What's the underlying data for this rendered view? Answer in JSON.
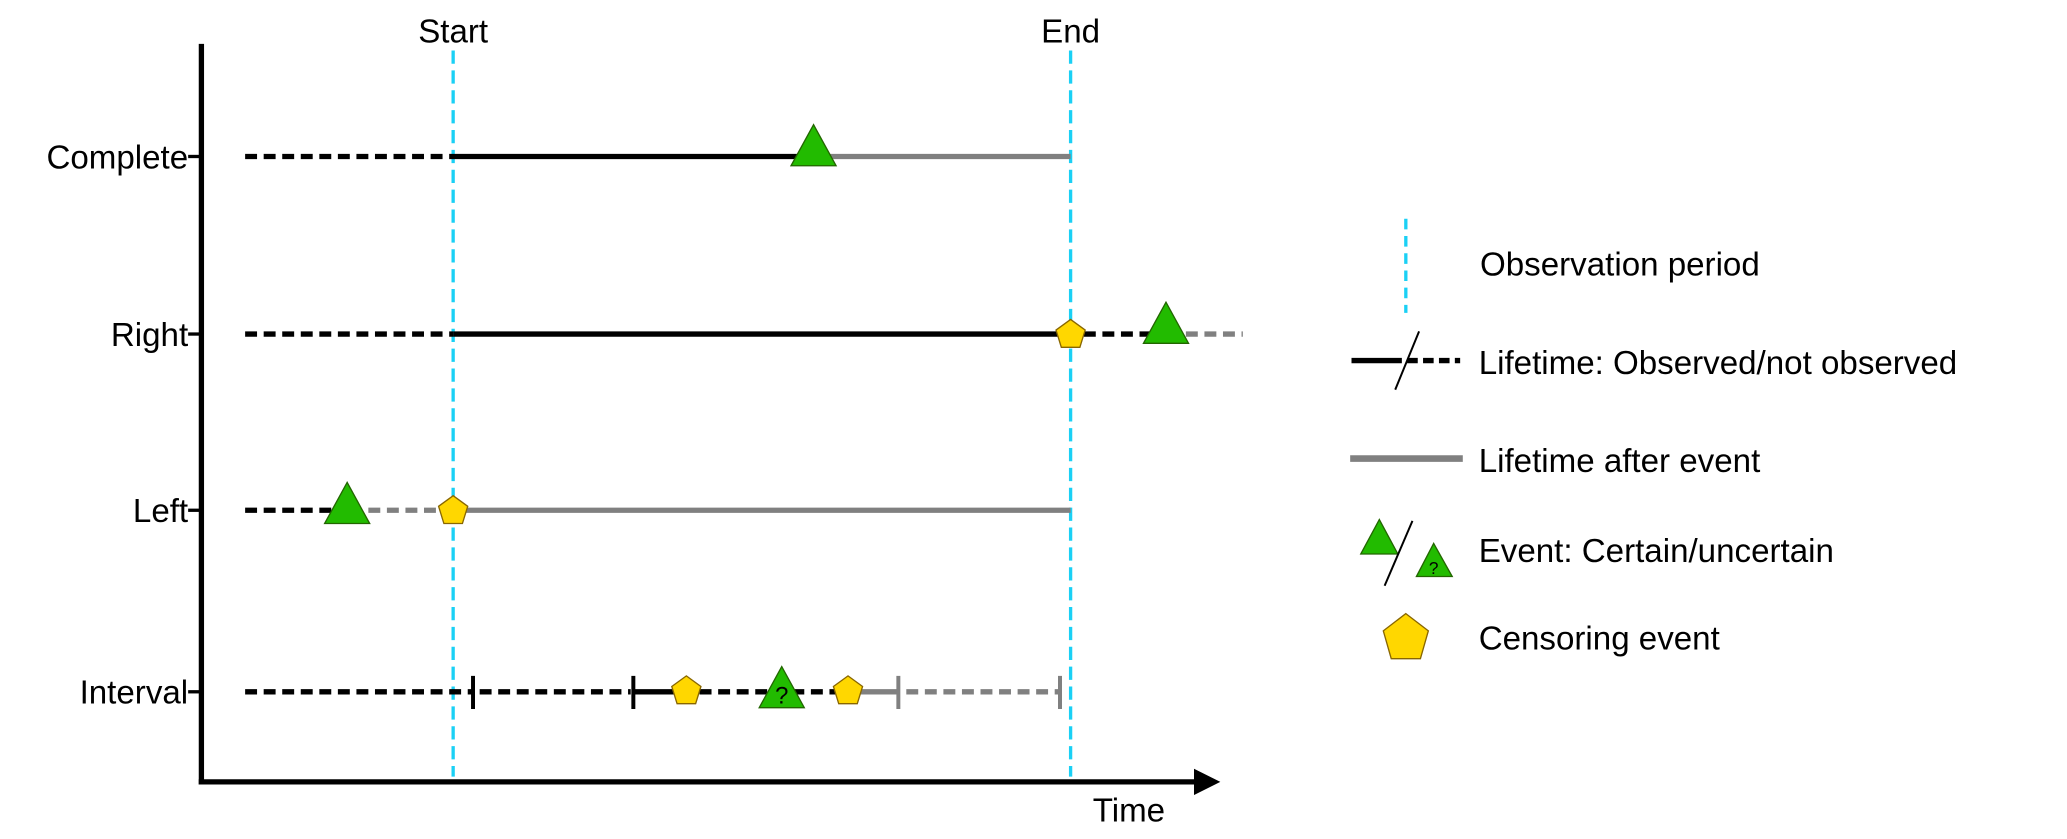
{
  "colors": {
    "observation": "#1ad0f5",
    "event": "#22bb00",
    "censor": "#ffd700",
    "observed": "#000000",
    "after_event": "#808080"
  },
  "axis": {
    "start_label": "Start",
    "end_label": "End",
    "x_label": "Time"
  },
  "rows": [
    {
      "label": "Complete"
    },
    {
      "label": "Right"
    },
    {
      "label": "Left"
    },
    {
      "label": "Interval"
    }
  ],
  "uncertain_mark": "?",
  "legend": [
    {
      "label": "Observation period",
      "icon": "dashed-blue-line"
    },
    {
      "label": "Lifetime: Observed/not observed",
      "icon": "solid-dashed-line"
    },
    {
      "label": "Lifetime after event",
      "icon": "gray-line"
    },
    {
      "label": "Event: Certain/uncertain",
      "icon": "green-triangle"
    },
    {
      "label": "Censoring event",
      "icon": "yellow-pentagon"
    }
  ]
}
